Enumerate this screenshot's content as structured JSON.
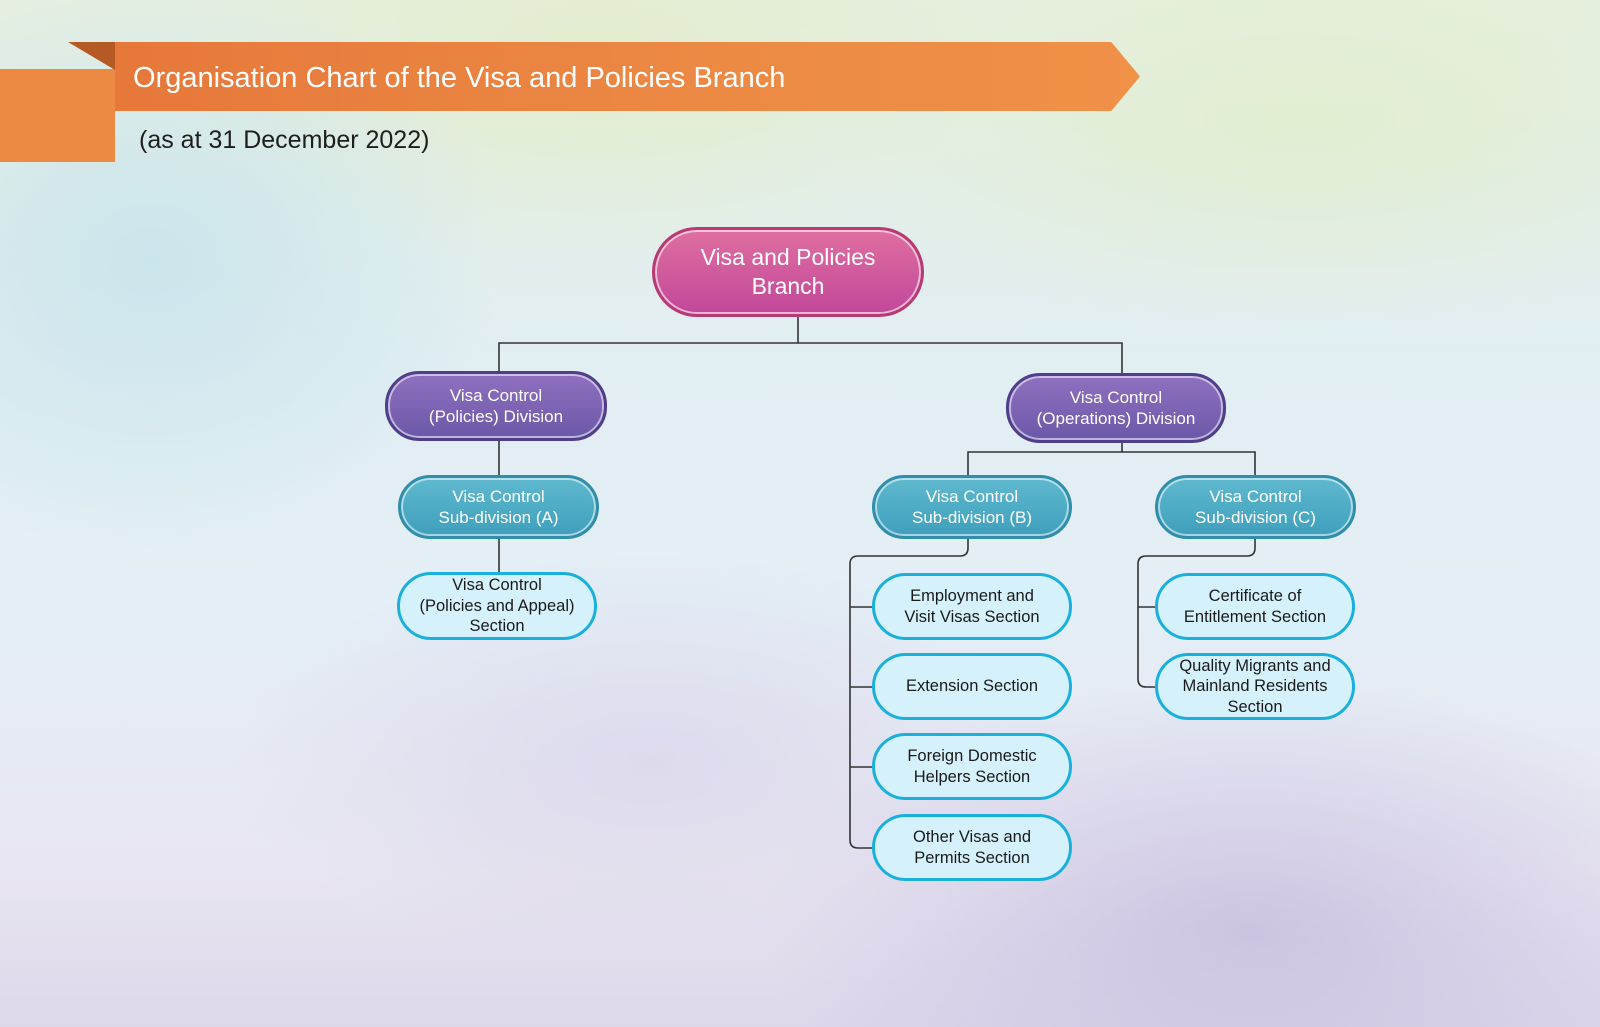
{
  "header": {
    "title": "Organisation Chart of the Visa and Policies Branch",
    "date_note": "(as at 31 December 2022)"
  },
  "chart": {
    "branch": "Visa and Policies\nBranch",
    "divisions": [
      {
        "name": "Visa Control\n(Policies) Division",
        "subdivisions": [
          {
            "name": "Visa Control\nSub-division (A)",
            "sections": [
              "Visa Control\n(Policies and Appeal)\nSection"
            ]
          }
        ]
      },
      {
        "name": "Visa Control\n(Operations) Division",
        "subdivisions": [
          {
            "name": "Visa Control\nSub-division (B)",
            "sections": [
              "Employment and\nVisit Visas Section",
              "Extension Section",
              "Foreign Domestic\nHelpers Section",
              "Other Visas and\nPermits Section"
            ]
          },
          {
            "name": "Visa Control\nSub-division (C)",
            "sections": [
              "Certificate of\nEntitlement Section",
              "Quality Migrants and\nMainland Residents\nSection"
            ]
          }
        ]
      }
    ]
  },
  "colors": {
    "banner": "#ec8a44",
    "branch": "#c2479a",
    "division": "#6b58a8",
    "subdivision": "#3f9fbc",
    "section_border": "#19b0dc",
    "section_fill": "#d5f1fb",
    "connector": "#333333"
  }
}
